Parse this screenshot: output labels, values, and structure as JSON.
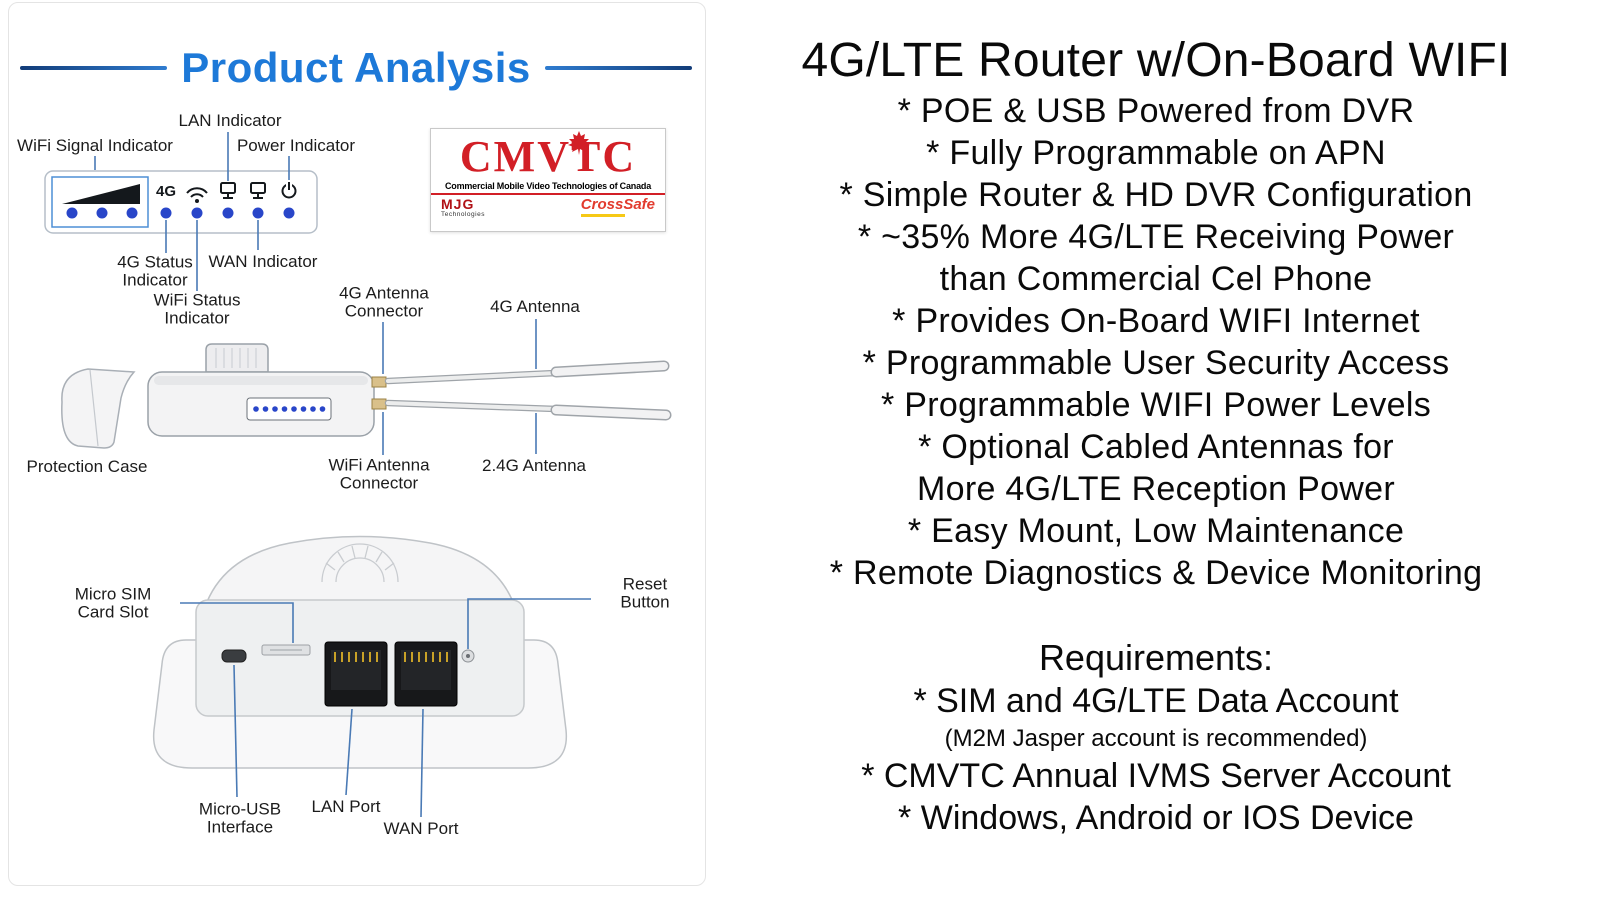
{
  "colors": {
    "title_blue": "#1d79d8",
    "led_blue": "#2946c9",
    "logo_red": "#d21f26",
    "callout": "#4a7ab5"
  },
  "left": {
    "title": "Product Analysis",
    "panel": {
      "g4_label": "4G",
      "labels": {
        "wifi_signal": "WiFi Signal Indicator",
        "lan": "LAN Indicator",
        "power": "Power Indicator",
        "g4_status": "4G Status\nIndicator",
        "wan": "WAN Indicator",
        "wifi_status": "WiFi Status\nIndicator"
      }
    },
    "logo": {
      "name": "CMVTC",
      "tagline": "Commercial Mobile Video Technologies of Canada",
      "sub_left": "MJG",
      "sub_left2": "Technologies",
      "sub_right": "CrossSafe"
    },
    "side_view": {
      "labels": {
        "g4_antenna_connector": "4G Antenna\nConnector",
        "g4_antenna": "4G Antenna",
        "protection_case": "Protection Case",
        "wifi_antenna_connector": "WiFi Antenna\nConnector",
        "g24_antenna": "2.4G Antenna"
      }
    },
    "bottom_view": {
      "labels": {
        "micro_sim": "Micro SIM\nCard Slot",
        "reset": "Reset Button",
        "micro_usb": "Micro-USB\nInterface",
        "lan_port": "LAN Port",
        "wan_port": "WAN Port"
      }
    }
  },
  "right": {
    "title": "4G/LTE Router w/On-Board WIFI",
    "features": [
      "* POE & USB Powered from DVR",
      "* Fully Programmable on APN",
      "* Simple Router & HD DVR Configuration",
      "* ~35% More 4G/LTE Receiving Power",
      "than Commercial Cel Phone",
      "* Provides On-Board WIFI Internet",
      "* Programmable User Security Access",
      "* Programmable WIFI Power Levels",
      "* Optional Cabled Antennas for",
      "More 4G/LTE Reception Power",
      "* Easy Mount, Low Maintenance",
      "* Remote Diagnostics & Device Monitoring"
    ],
    "requirements": {
      "heading": "Requirements:",
      "items": [
        "* SIM and 4G/LTE Data Account",
        "(M2M Jasper account is recommended)",
        "* CMVTC Annual IVMS Server Account",
        "* Windows, Android or IOS Device"
      ]
    }
  }
}
